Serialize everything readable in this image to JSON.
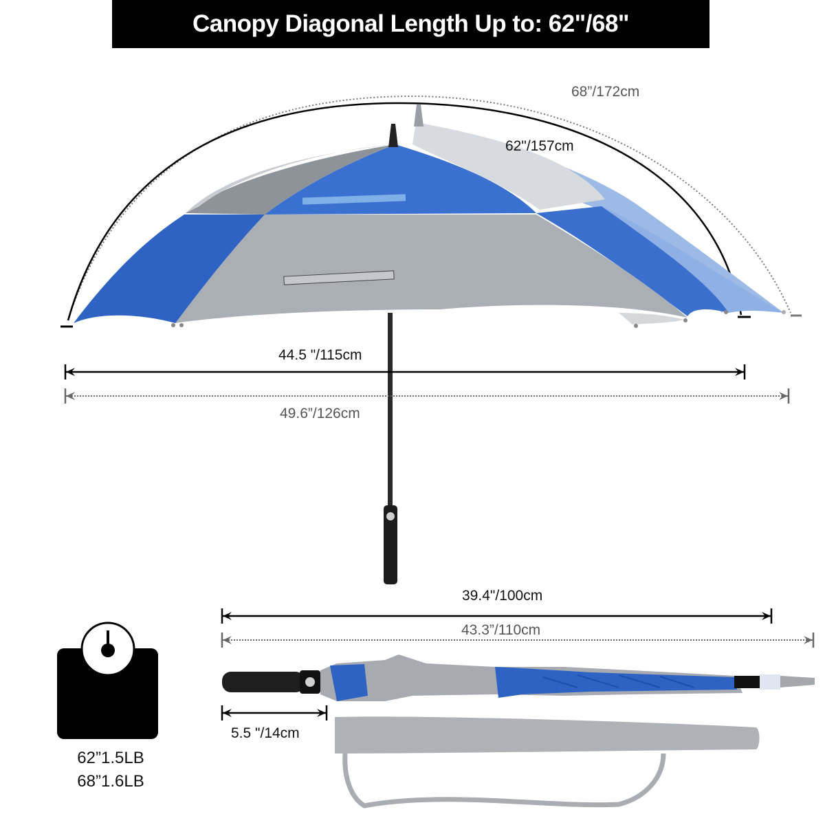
{
  "title": "Canopy Diagonal Length Up to: 62\"/68\"",
  "canopy_arc": {
    "large": "68”/172cm",
    "small": "62\"/157cm"
  },
  "open_width": {
    "small": "44.5 \"/115cm",
    "large": "49.6”/126cm"
  },
  "folded_length": {
    "small": "39.4\"/100cm",
    "large": "43.3”/110cm"
  },
  "handle_length": "5.5 \"/14cm",
  "weights": [
    "62”1.5LB",
    "68”1.6LB"
  ],
  "icons": {
    "scale": "weight-scale-icon"
  },
  "colors": {
    "title_bg": "#000000",
    "canopy_blue": "#2e63c4",
    "canopy_light_blue": "#8fb0e4",
    "canopy_grey": "#a9aeb5",
    "canopy_light_grey": "#cfd2d6",
    "dim_solid": "#000000",
    "dim_dotted": "#666666"
  }
}
